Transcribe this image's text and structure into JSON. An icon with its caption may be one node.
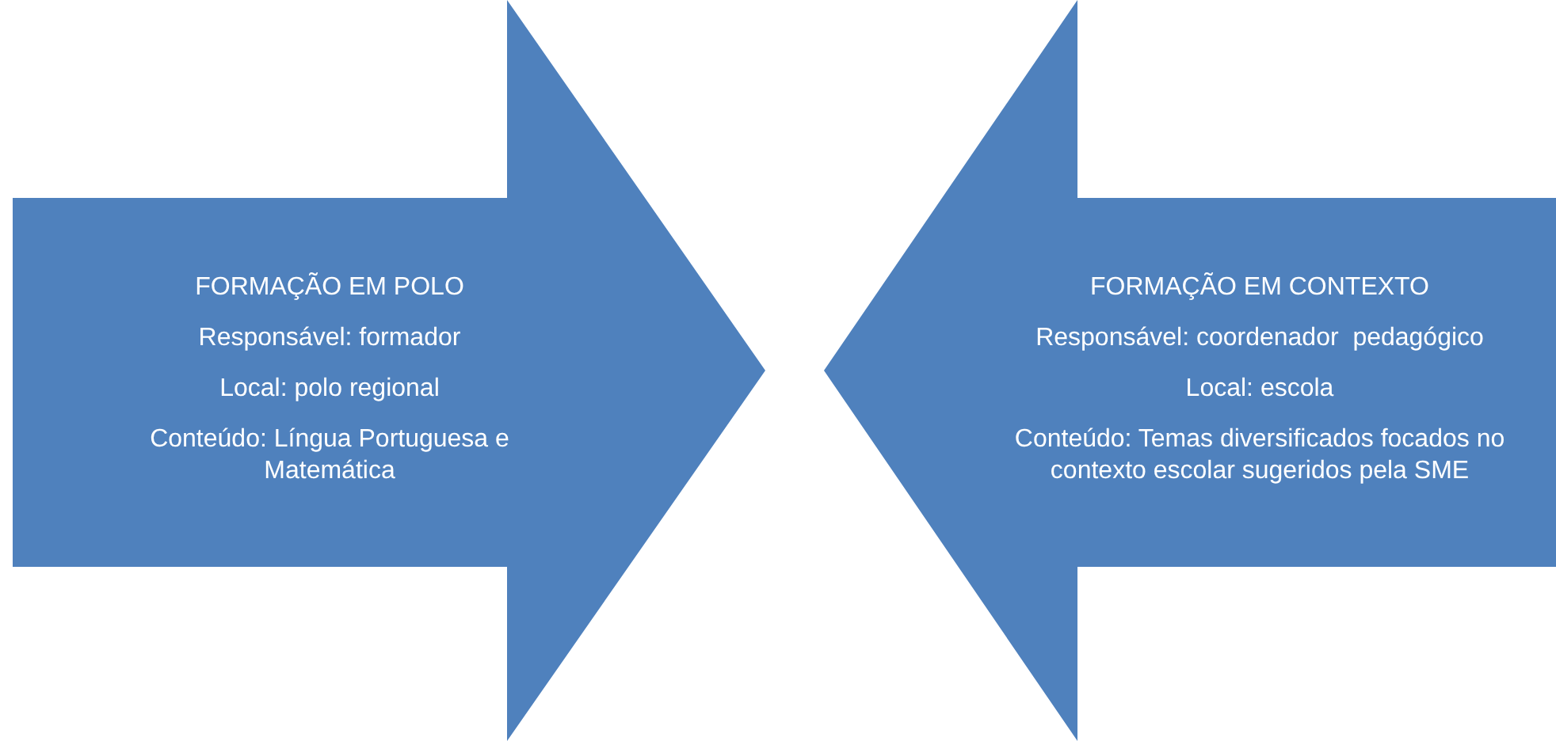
{
  "diagram": {
    "nodes": [
      {
        "text": [
          "FORMAÇÃO EM POLO",
          "Responsável: formador",
          "Local: polo regional",
          "Conteúdo: Língua Portuguesa e Matemática"
        ]
      },
      {
        "text": [
          "FORMAÇÃO EM CONTEXTO",
          "Responsável: coordenador  pedagógico",
          "Local: escola",
          "Conteúdo: Temas diversificados focados no contexto escolar sugeridos pela SME"
        ]
      }
    ]
  }
}
